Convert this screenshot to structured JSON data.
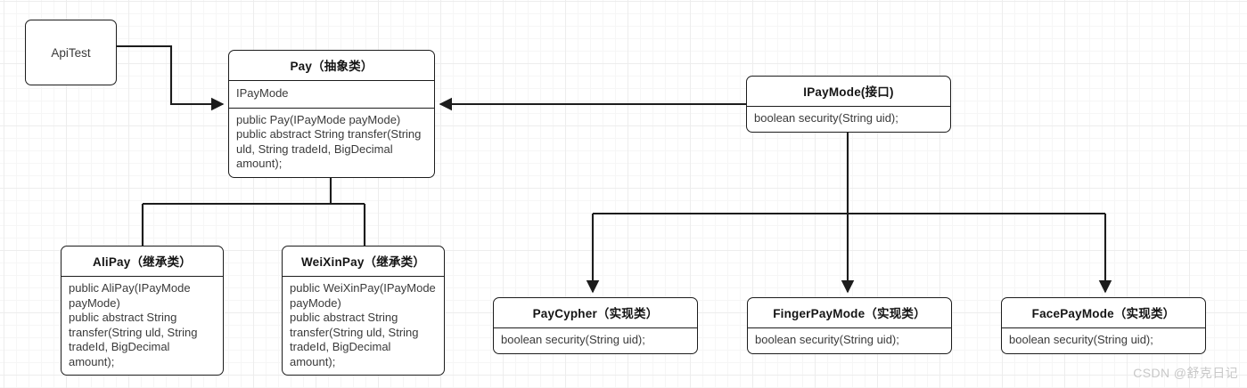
{
  "diagram": {
    "title": "Pay design pattern UML class diagram",
    "line_color": "#1c1c1c",
    "background": "#ffffff",
    "grid_color": "#ededed"
  },
  "nodes": {
    "apitest": {
      "title": "ApiTest"
    },
    "pay": {
      "title": "Pay（抽象类）",
      "attribute": "IPayMode",
      "methods": "public Pay(IPayMode payMode)\npublic abstract String transfer(String uld, String tradeId, BigDecimal amount);"
    },
    "ipaymode": {
      "title": "IPayMode(接口)",
      "methods": "boolean security(String uid);"
    },
    "alipay": {
      "title": "AliPay（继承类）",
      "methods": "public AliPay(IPayMode payMode)\npublic abstract String transfer(String uld, String tradeId, BigDecimal amount);"
    },
    "weixinpay": {
      "title": "WeiXinPay（继承类）",
      "methods": "public WeiXinPay(IPayMode payMode)\npublic abstract String transfer(String uld, String tradeId, BigDecimal amount);"
    },
    "paycypher": {
      "title": "PayCypher（实现类）",
      "methods": "boolean security(String uid);"
    },
    "fingerpaymode": {
      "title": "FingerPayMode（实现类）",
      "methods": "boolean security(String uid);"
    },
    "facepaymode": {
      "title": "FacePayMode（实现类）",
      "methods": "boolean security(String uid);"
    }
  },
  "watermark": {
    "text": "CSDN @舒克日记"
  }
}
